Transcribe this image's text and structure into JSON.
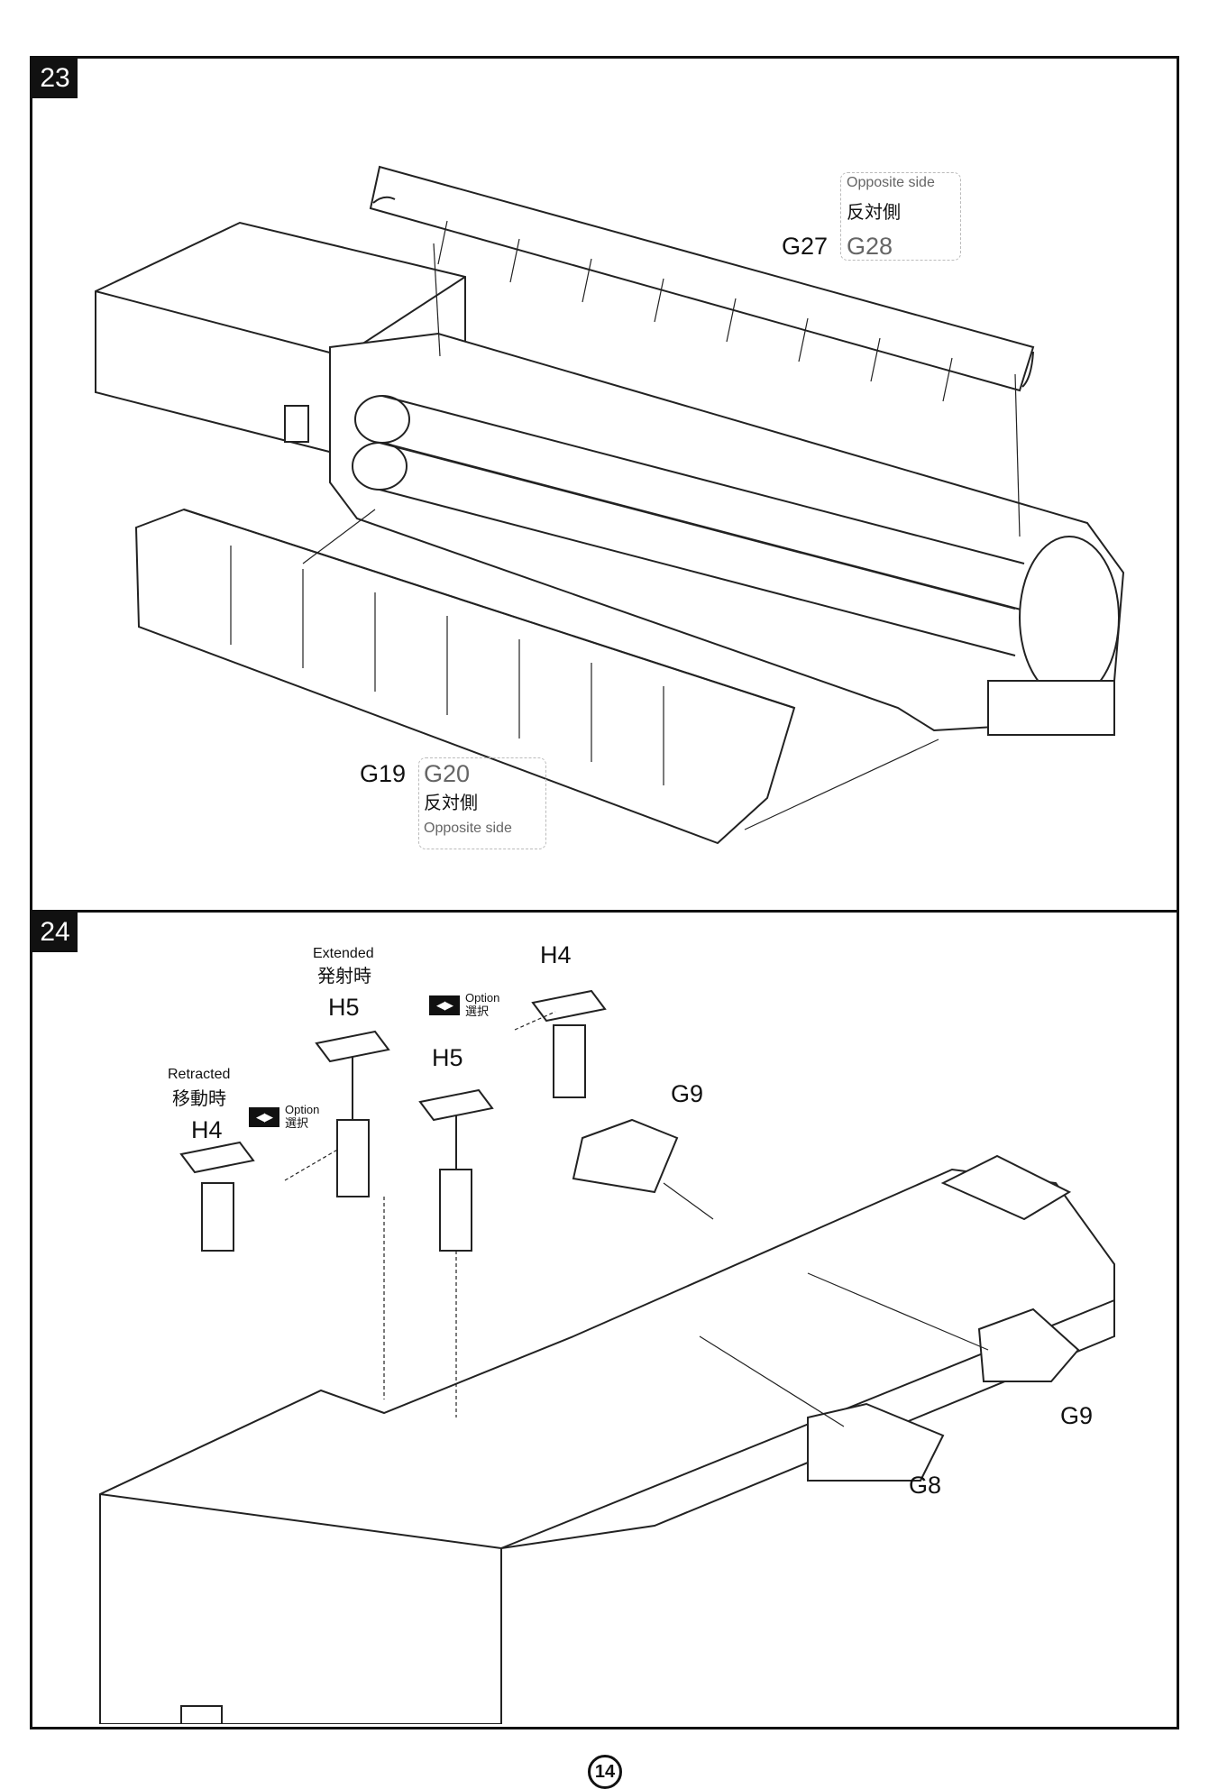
{
  "page_number": "14",
  "step23": {
    "number": "23",
    "top_cover": {
      "part": "G27",
      "opposite_part": "G28",
      "opposite_jp": "反対側",
      "opposite_en": "Opposite side"
    },
    "bottom_cover": {
      "part": "G19",
      "opposite_part": "G20",
      "opposite_jp": "反対側",
      "opposite_en": "Opposite side"
    }
  },
  "step24": {
    "number": "24",
    "extended": {
      "en": "Extended",
      "jp": "発射時",
      "part": "H5"
    },
    "retracted": {
      "en": "Retracted",
      "jp": "移動時",
      "part": "H4"
    },
    "option_a": {
      "icon": "◀▶",
      "en": "Option",
      "jp": "選択"
    },
    "option_b": {
      "icon": "◀▶",
      "en": "Option",
      "jp": "選択"
    },
    "h5_second": "H5",
    "h4_second": "H4",
    "g9_top": "G9",
    "g9_right": "G9",
    "g8": "G8"
  }
}
